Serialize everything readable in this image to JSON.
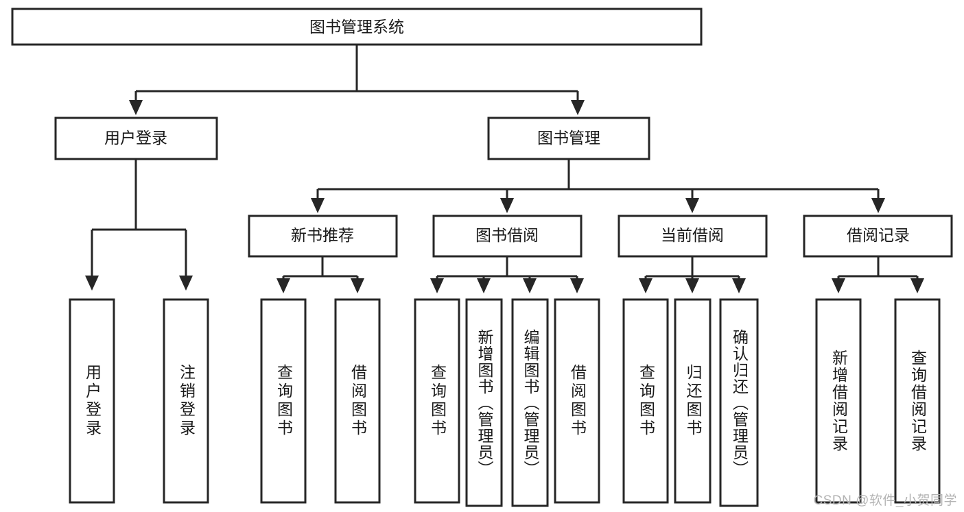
{
  "diagram": {
    "type": "tree-hierarchy",
    "title": "图书管理系统",
    "root": {
      "label": "图书管理系统"
    },
    "level2": [
      {
        "label": "用户登录"
      },
      {
        "label": "图书管理"
      }
    ],
    "level3": [
      {
        "label": "新书推荐"
      },
      {
        "label": "图书借阅"
      },
      {
        "label": "当前借阅"
      },
      {
        "label": "借阅记录"
      }
    ],
    "leaves": {
      "user_login": [
        {
          "label": "用户登录"
        },
        {
          "label": "注销登录"
        }
      ],
      "new_book_recommend": [
        {
          "label": "查询图书"
        },
        {
          "label": "借阅图书"
        }
      ],
      "book_borrow": [
        {
          "label": "查询图书"
        },
        {
          "label": "新增图书（管理员）"
        },
        {
          "label": "编辑图书（管理员）"
        },
        {
          "label": "借阅图书"
        }
      ],
      "current_borrow": [
        {
          "label": "查询图书"
        },
        {
          "label": "归还图书"
        },
        {
          "label": "确认归还（管理员）"
        }
      ],
      "borrow_record": [
        {
          "label": "新增借阅记录"
        },
        {
          "label": "查询借阅记录"
        }
      ]
    }
  },
  "watermark": {
    "text": "CSDN @软件_小贺同学"
  },
  "colors": {
    "stroke": "#262626",
    "fill": "#ffffff",
    "text": "#1a1a1a",
    "watermark": "#b3b3b3"
  }
}
